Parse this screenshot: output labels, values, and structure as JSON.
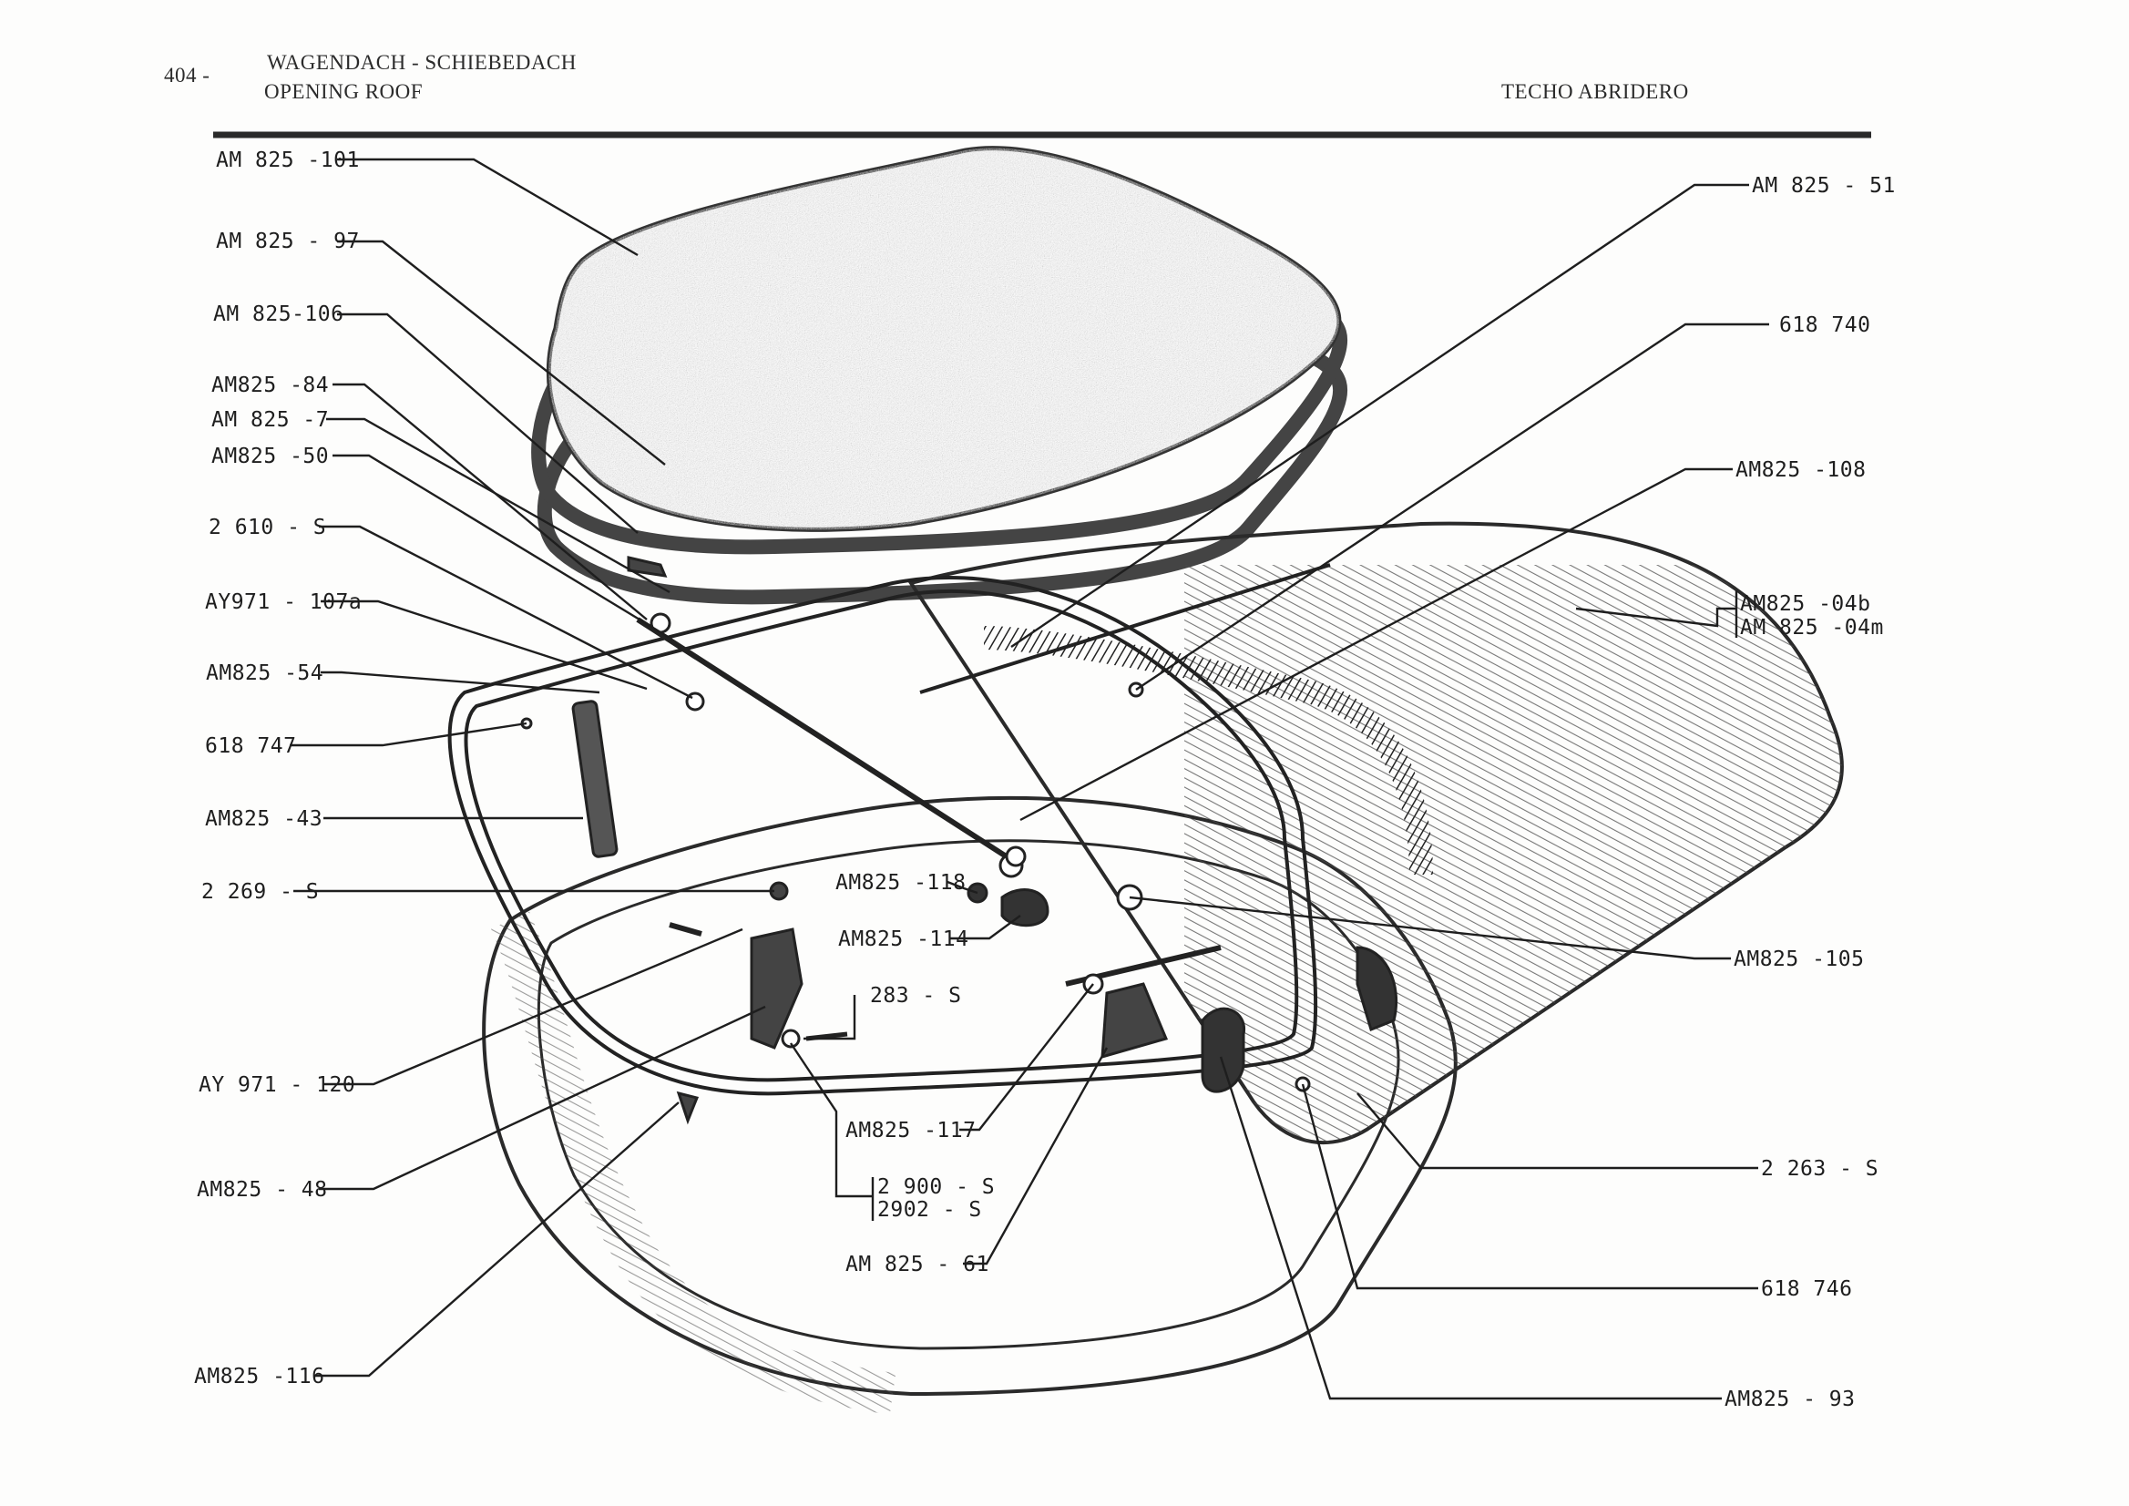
{
  "header": {
    "page_number": "404 -",
    "title_de": "WAGENDACH - SCHIEBEDACH",
    "title_en": "OPENING ROOF",
    "title_es": "TECHO ABRIDERO"
  },
  "callouts": {
    "am825_101": "AM 825 -101",
    "am825_97": "AM 825 - 97",
    "am825_106": "AM 825-106",
    "am825_84": "AM825 -84",
    "am825_7": "AM 825 -7",
    "am825_50": "AM825 -50",
    "p2610_s": "2 610 - S",
    "ay971_107a": "AY971 - 107a",
    "am825_54": "AM825 -54",
    "p618747": "618 747",
    "am825_43": "AM825 -43",
    "p2269_s": "2 269 - S",
    "ay971_120": "AY 971 - 120",
    "am825_48": "AM825 - 48",
    "am825_116": "AM825 -116",
    "am825_118": "AM825 -118",
    "am825_114": "AM825 -114",
    "p283_s": "283 - S",
    "am825_117": "AM825 -117",
    "p2900_s": "2 900 - S",
    "p2902_s": "2902 - S",
    "am825_61": "AM 825 - 61",
    "am825_51": "AM 825 - 51",
    "p618740": "618 740",
    "am825_108": "AM825 -108",
    "am825_04b": "AM825 -04b",
    "am825_04m": "AM 825 -04m",
    "am825_105": "AM825 -105",
    "p2263_s": "2 263 - S",
    "p618746": "618 746",
    "am825_93": "AM825 - 93"
  },
  "colors": {
    "ink": "#1e1e1e",
    "felt": "#9a9a9a",
    "paper": "#fdfdfc"
  }
}
